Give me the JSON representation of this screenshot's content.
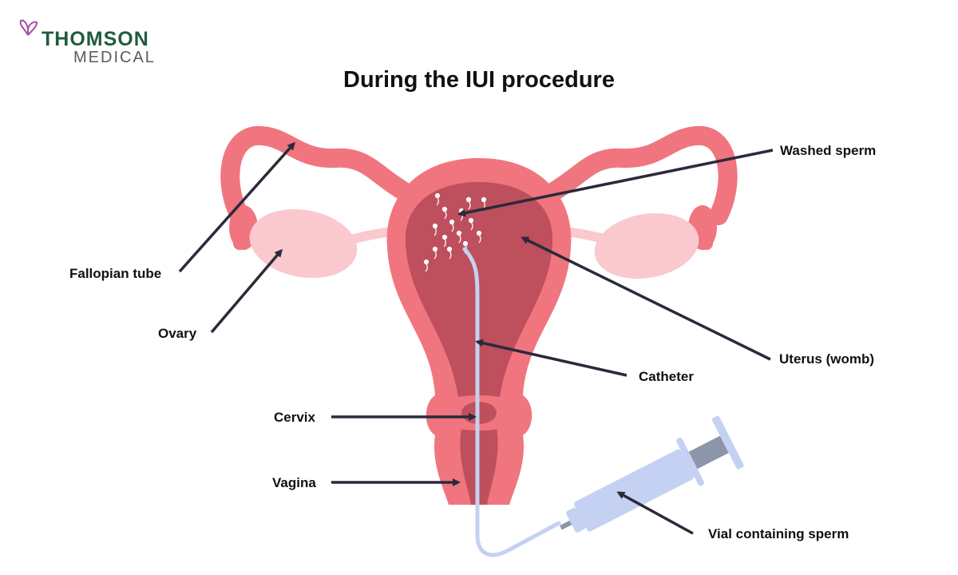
{
  "brand": {
    "name_line1": "THOMSON",
    "name_line2": "MEDICAL",
    "icon": "butterfly-logo-icon",
    "color_primary": "#1f5c3f",
    "color_secondary": "#5b5b5b",
    "color_icon": "#a64ca6"
  },
  "title": "During the IUI procedure",
  "labels": {
    "washed_sperm": "Washed sperm",
    "fallopian_tube": "Fallopian tube",
    "ovary": "Ovary",
    "uterus": "Uterus (womb)",
    "catheter": "Catheter",
    "cervix": "Cervix",
    "vagina": "Vagina",
    "vial": "Vial containing sperm"
  },
  "colors": {
    "tissue_outer": "#f0757f",
    "tissue_inner": "#be4f5d",
    "ovary": "#f9c9ce",
    "catheter": "#c4d1f2",
    "syringe_body": "#c4d1f2",
    "syringe_plunger": "#8c96a8",
    "arrow": "#2b2a3a",
    "text": "#111111"
  }
}
